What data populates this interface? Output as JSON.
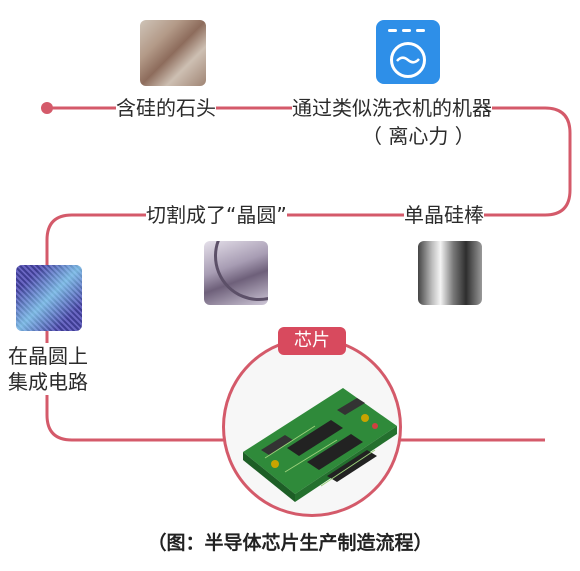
{
  "steps": {
    "stone": "含硅的石头",
    "washer_line1": "通过类似洗衣机的机器",
    "washer_line2": "（ 离心力 ）",
    "rod": "单晶硅棒",
    "wafer": "切割成了“晶圆”",
    "circuit_line1": "在晶圆上",
    "circuit_line2": "集成电路",
    "chip": "芯片"
  },
  "caption": "（图：半导体芯片生产制造流程）",
  "colors": {
    "line": "#d45a6a",
    "badge": "#d84a5e",
    "washer": "#2e8fe8",
    "board": "#2f8a3a"
  },
  "icons": [
    "stone-photo",
    "washing-machine-icon",
    "silicon-rod-photo",
    "wafer-photo",
    "wafer-circuit-photo",
    "chip-board-photo"
  ]
}
